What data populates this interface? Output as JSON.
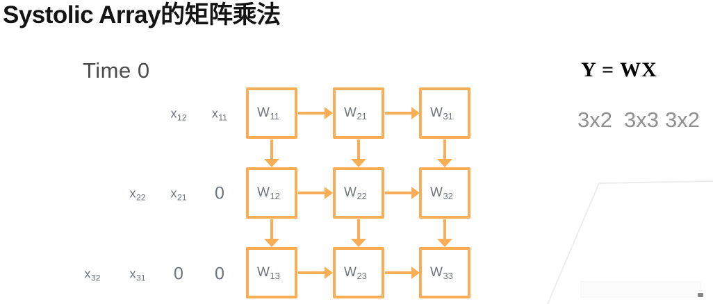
{
  "title": "Systolic Array的矩阵乘法",
  "time_label": "Time 0",
  "equation": {
    "formula": "Y = WX",
    "dims": [
      "3x2",
      "3x3",
      "3x2"
    ]
  },
  "pe_grid": {
    "cells": [
      {
        "base": "W",
        "sub": "11"
      },
      {
        "base": "W",
        "sub": "21"
      },
      {
        "base": "W",
        "sub": "31"
      },
      {
        "base": "W",
        "sub": "12"
      },
      {
        "base": "W",
        "sub": "22"
      },
      {
        "base": "W",
        "sub": "32"
      },
      {
        "base": "W",
        "sub": "13"
      },
      {
        "base": "W",
        "sub": "23"
      },
      {
        "base": "W",
        "sub": "33"
      }
    ]
  },
  "inputs": {
    "row1": [
      {
        "base": "x",
        "sub": "12"
      },
      {
        "base": "x",
        "sub": "11"
      }
    ],
    "row2": [
      {
        "base": "x",
        "sub": "22"
      },
      {
        "base": "x",
        "sub": "21"
      },
      {
        "zero": "0"
      }
    ],
    "row3": [
      {
        "base": "x",
        "sub": "32"
      },
      {
        "base": "x",
        "sub": "31"
      },
      {
        "zero": "0"
      },
      {
        "zero": "0"
      }
    ]
  },
  "colors": {
    "accent": "#F9AE56",
    "label": "#6E737B",
    "title": "#141414",
    "time": "#4A4A4A",
    "dims": "#8F8F8F",
    "equation": "#000000",
    "watermark": "#EDEDED"
  }
}
